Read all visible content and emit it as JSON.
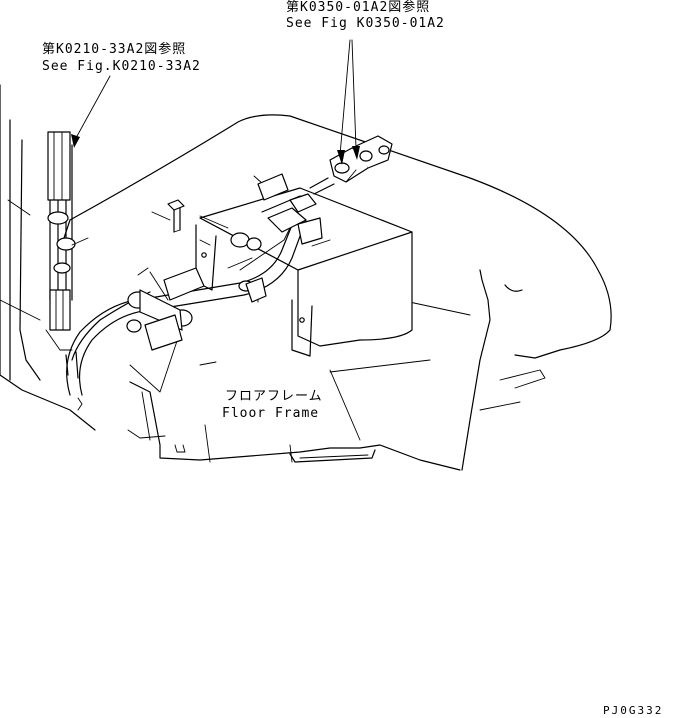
{
  "callouts": {
    "k0350_jp": "第K0350-01A2図参照",
    "k0350_en": "See Fig K0350-01A2",
    "k0210_jp": "第K0210-33A2図参照",
    "k0210_en": "See Fig.K0210-33A2",
    "floor_jp": "フロアフレーム",
    "floor_en": "Floor Frame"
  },
  "drawing_code": "PJ0G332"
}
